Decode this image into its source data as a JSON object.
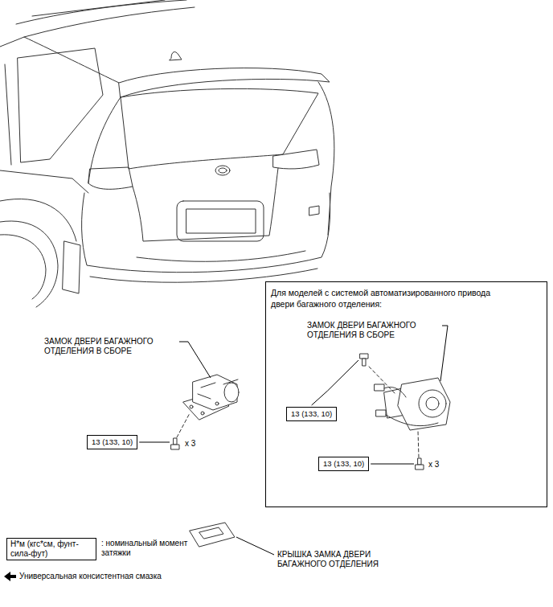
{
  "diagram": {
    "nodes": [
      {
        "text": [
          "Для моделей с системой автоматизированного привода двери багажного отделения:"
        ]
      },
      {
        "text": [
          "13 (133, 10)"
        ],
        "in": 0
      },
      {
        "text": [
          "13 (133, 10)"
        ],
        "in": 0
      },
      {
        "text": [
          "13 (133, 10)"
        ]
      },
      {
        "text": [
          "Н*м (кгс*см, фунт-сила-фут)"
        ]
      }
    ],
    "labels": [
      "ЗАМОК ДВЕРИ БАГАЖНОГО ОТДЕЛЕНИЯ В СБОРЕ",
      "x 3",
      "ЗАМОК ДВЕРИ БАГАЖНОГО ОТДЕЛЕНИЯ В СБОРЕ",
      "x 3",
      "КРЫШКА ЗАМКА ДВЕРИ БАГАЖНОГО ОТДЕЛЕНИЯ"
    ],
    "legend": [
      {
        "text": ": номинальный момент затяжки"
      },
      {
        "text": "Универсальная консистентная смазка"
      }
    ]
  }
}
